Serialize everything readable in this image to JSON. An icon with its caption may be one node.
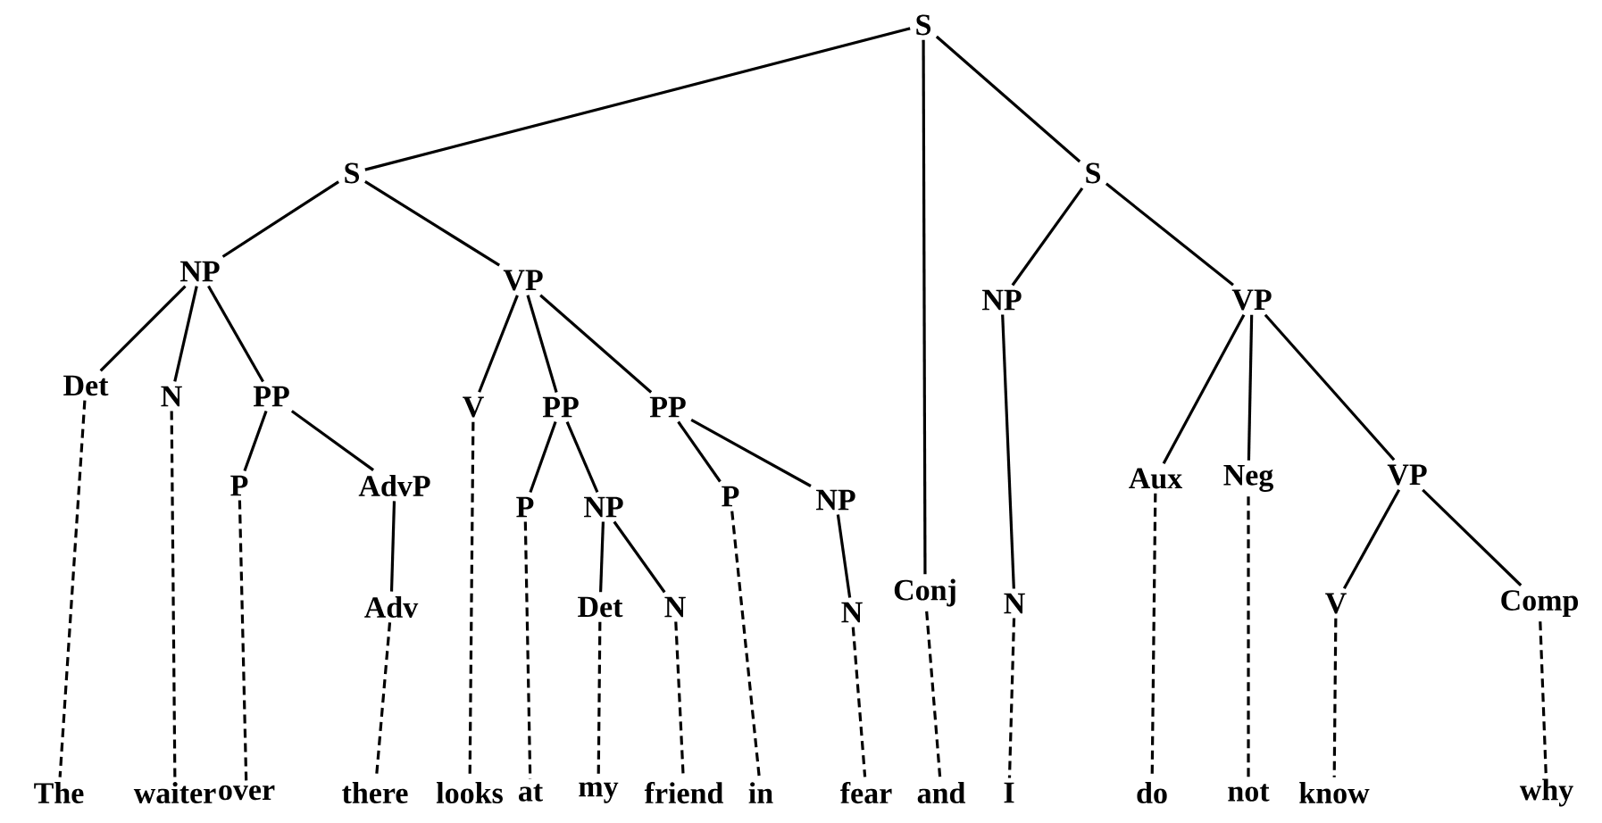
{
  "diagram": {
    "nodes": [
      {
        "text": [
          "S"
        ]
      },
      {
        "text": [
          "S"
        ]
      },
      {
        "text": [
          "S"
        ]
      },
      {
        "text": [
          "NP"
        ]
      },
      {
        "text": [
          "VP"
        ]
      },
      {
        "text": [
          "Det"
        ]
      },
      {
        "text": [
          "N"
        ]
      },
      {
        "text": [
          "PP"
        ]
      },
      {
        "text": [
          "V"
        ]
      },
      {
        "text": [
          "PP"
        ]
      },
      {
        "text": [
          "PP"
        ]
      },
      {
        "text": [
          "P"
        ]
      },
      {
        "text": [
          "AdvP"
        ]
      },
      {
        "text": [
          "P"
        ]
      },
      {
        "text": [
          "NP"
        ]
      },
      {
        "text": [
          "Adv"
        ]
      },
      {
        "text": [
          "Det"
        ]
      },
      {
        "text": [
          "N"
        ]
      },
      {
        "text": [
          "P"
        ]
      },
      {
        "text": [
          "NP"
        ]
      },
      {
        "text": [
          "N"
        ]
      },
      {
        "text": [
          "Conj"
        ]
      },
      {
        "text": [
          "N"
        ]
      },
      {
        "text": [
          "NP"
        ]
      },
      {
        "text": [
          "VP"
        ]
      },
      {
        "text": [
          "Aux"
        ]
      },
      {
        "text": [
          "Neg"
        ]
      },
      {
        "text": [
          "VP"
        ]
      },
      {
        "text": [
          "V"
        ]
      },
      {
        "text": [
          "Comp"
        ]
      },
      {
        "text": [
          "The"
        ]
      },
      {
        "text": [
          "waiter"
        ]
      },
      {
        "text": [
          "over"
        ]
      },
      {
        "text": [
          "there"
        ]
      },
      {
        "text": [
          "looks"
        ]
      },
      {
        "text": [
          "at"
        ]
      },
      {
        "text": [
          "my"
        ]
      },
      {
        "text": [
          "friend"
        ]
      },
      {
        "text": [
          "in"
        ]
      },
      {
        "text": [
          "fear"
        ]
      },
      {
        "text": [
          "and"
        ]
      },
      {
        "text": [
          "I"
        ]
      },
      {
        "text": [
          "do"
        ]
      },
      {
        "text": [
          "not"
        ]
      },
      {
        "text": [
          "know"
        ]
      },
      {
        "text": [
          "why"
        ]
      }
    ],
    "edges": [
      {
        "from": 0,
        "to": 1,
        "arrow": "none"
      },
      {
        "from": 0,
        "to": 21,
        "arrow": "none"
      },
      {
        "from": 0,
        "to": 2,
        "arrow": "none"
      },
      {
        "from": 1,
        "to": 3,
        "arrow": "none"
      },
      {
        "from": 1,
        "to": 4,
        "arrow": "none"
      },
      {
        "from": 3,
        "to": 5,
        "arrow": "none"
      },
      {
        "from": 3,
        "to": 6,
        "arrow": "none"
      },
      {
        "from": 3,
        "to": 7,
        "arrow": "none"
      },
      {
        "from": 7,
        "to": 11,
        "arrow": "none"
      },
      {
        "from": 7,
        "to": 12,
        "arrow": "none"
      },
      {
        "from": 12,
        "to": 15,
        "arrow": "none"
      },
      {
        "from": 4,
        "to": 8,
        "arrow": "none"
      },
      {
        "from": 4,
        "to": 9,
        "arrow": "none"
      },
      {
        "from": 4,
        "to": 10,
        "arrow": "none"
      },
      {
        "from": 9,
        "to": 13,
        "arrow": "none"
      },
      {
        "from": 9,
        "to": 14,
        "arrow": "none"
      },
      {
        "from": 14,
        "to": 16,
        "arrow": "none"
      },
      {
        "from": 14,
        "to": 17,
        "arrow": "none"
      },
      {
        "from": 10,
        "to": 18,
        "arrow": "none"
      },
      {
        "from": 10,
        "to": 19,
        "arrow": "none"
      },
      {
        "from": 19,
        "to": 20,
        "arrow": "none"
      },
      {
        "from": 2,
        "to": 23,
        "arrow": "none"
      },
      {
        "from": 2,
        "to": 24,
        "arrow": "none"
      },
      {
        "from": 23,
        "to": 22,
        "arrow": "none"
      },
      {
        "from": 24,
        "to": 25,
        "arrow": "none"
      },
      {
        "from": 24,
        "to": 26,
        "arrow": "none"
      },
      {
        "from": 24,
        "to": 27,
        "arrow": "none"
      },
      {
        "from": 27,
        "to": 28,
        "arrow": "none"
      },
      {
        "from": 27,
        "to": 29,
        "arrow": "none"
      },
      {
        "from": 5,
        "to": 30,
        "arrow": "none",
        "style": "dashed"
      },
      {
        "from": 6,
        "to": 31,
        "arrow": "none",
        "style": "dashed"
      },
      {
        "from": 11,
        "to": 32,
        "arrow": "none",
        "style": "dashed"
      },
      {
        "from": 15,
        "to": 33,
        "arrow": "none",
        "style": "dashed"
      },
      {
        "from": 8,
        "to": 34,
        "arrow": "none",
        "style": "dashed"
      },
      {
        "from": 13,
        "to": 35,
        "arrow": "none",
        "style": "dashed"
      },
      {
        "from": 16,
        "to": 36,
        "arrow": "none",
        "style": "dashed"
      },
      {
        "from": 17,
        "to": 37,
        "arrow": "none",
        "style": "dashed"
      },
      {
        "from": 18,
        "to": 38,
        "arrow": "none",
        "style": "dashed"
      },
      {
        "from": 20,
        "to": 39,
        "arrow": "none",
        "style": "dashed"
      },
      {
        "from": 21,
        "to": 40,
        "arrow": "none",
        "style": "dashed"
      },
      {
        "from": 22,
        "to": 41,
        "arrow": "none",
        "style": "dashed"
      },
      {
        "from": 25,
        "to": 42,
        "arrow": "none",
        "style": "dashed"
      },
      {
        "from": 26,
        "to": 43,
        "arrow": "none",
        "style": "dashed"
      },
      {
        "from": 28,
        "to": 44,
        "arrow": "none",
        "style": "dashed"
      },
      {
        "from": 29,
        "to": 45,
        "arrow": "none",
        "style": "dashed"
      }
    ]
  }
}
